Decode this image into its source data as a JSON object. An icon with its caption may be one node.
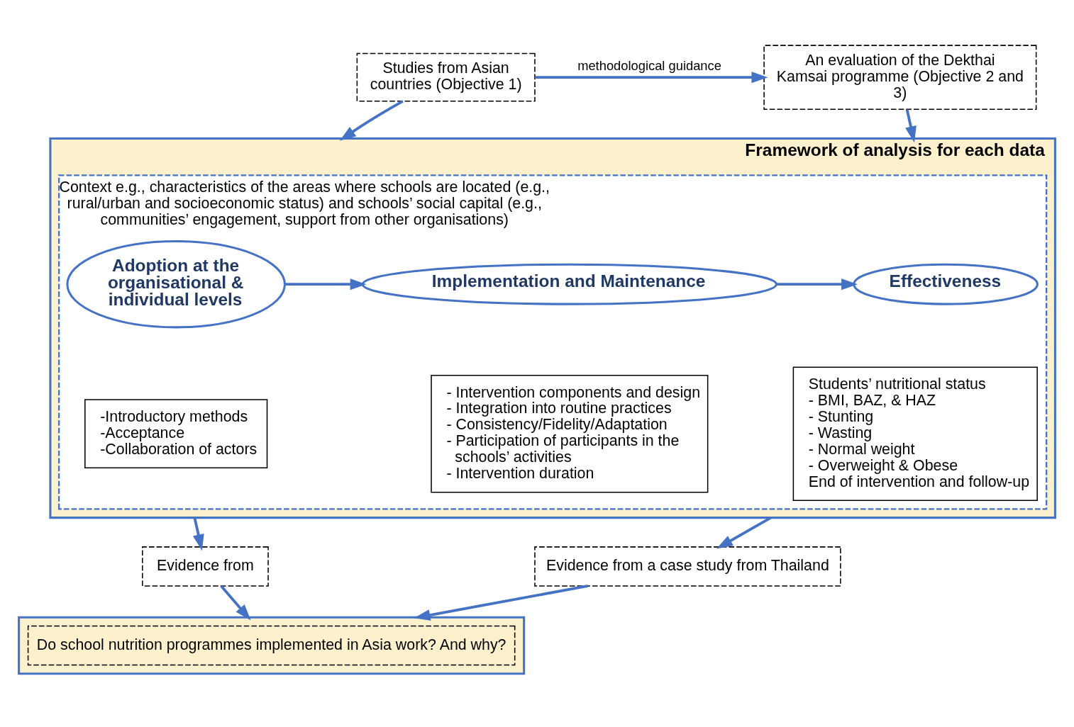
{
  "diagram": {
    "nodes": [
      {
        "text": [
          "Studies from Asian countries (Objective 1)"
        ]
      },
      {
        "text": [
          "An evaluation of the Dekthai Kamsai programme (Objective 2 and 3)"
        ]
      },
      {
        "text": [
          "Framework of analysis for each data"
        ]
      },
      {
        "text": [
          "Context e.g., characteristics of the areas where schools are located (e.g., rural/urban and socioeconomic status) and schools’ social capital (e.g., communities’ engagement, support from other organisations)"
        ],
        "in": 2
      },
      {
        "text": [
          "Adoption at the organisational & individual levels"
        ],
        "in": 3
      },
      {
        "text": [
          "-Introductory methods",
          "-Acceptance",
          "-Collaboration of actors"
        ],
        "in": 3
      },
      {
        "text": [
          "Implementation and Maintenance"
        ],
        "in": 3
      },
      {
        "text": [
          "- Intervention components and design",
          "- Integration into routine practices",
          "- Consistency/Fidelity/Adaptation",
          "- Participation of participants in the schools’ activities",
          "- Intervention duration"
        ],
        "in": 3
      },
      {
        "text": [
          "Effectiveness"
        ],
        "in": 3
      },
      {
        "text": [
          "Students’ nutritional status",
          "- BMI, BAZ, & HAZ",
          "- Stunting",
          "- Wasting",
          "- Normal weight",
          "- Overweight & Obese",
          "End of intervention and follow-up"
        ],
        "in": 3
      },
      {
        "text": [
          "Evidence from"
        ]
      },
      {
        "text": [
          "Evidence from a case study from Thailand"
        ]
      },
      {
        "text": [],
        "shape": "box"
      },
      {
        "text": [
          "Do school nutrition programmes implemented in Asia work? And why?"
        ],
        "in": 12
      }
    ],
    "edges": [
      {
        "from": 0,
        "to": 1,
        "arrow": "to",
        "label": "methodological guidance"
      },
      {
        "from": 0,
        "to": 2,
        "arrow": "to"
      },
      {
        "from": 1,
        "to": 2,
        "arrow": "to"
      },
      {
        "from": 4,
        "to": 6,
        "arrow": "to"
      },
      {
        "from": 6,
        "to": 8,
        "arrow": "to"
      },
      {
        "from": 2,
        "to": 10,
        "arrow": "to"
      },
      {
        "from": 2,
        "to": 11,
        "arrow": "to"
      },
      {
        "from": 10,
        "to": 12,
        "arrow": "to"
      },
      {
        "from": 11,
        "to": 12,
        "arrow": "to"
      }
    ]
  }
}
